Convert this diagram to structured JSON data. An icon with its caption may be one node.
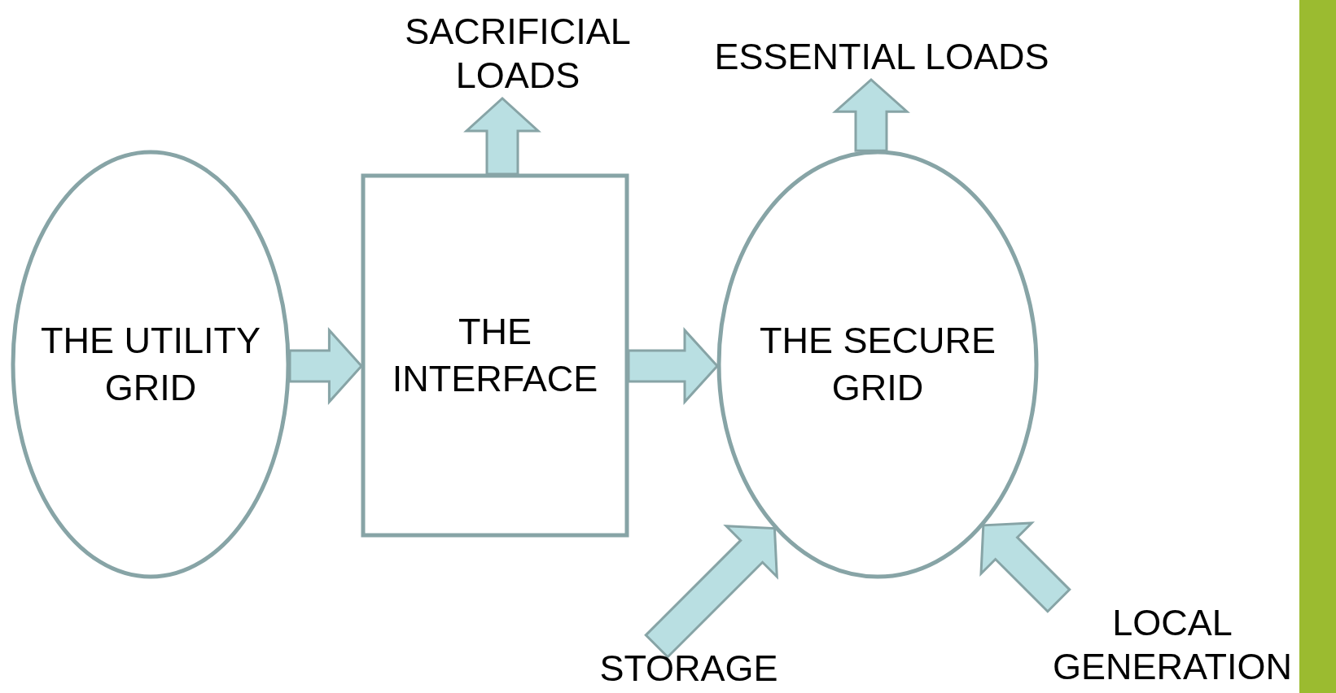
{
  "diagram": {
    "nodes": [
      {
        "text": [
          "THE UTILITY GRID"
        ]
      },
      {
        "text": [
          "THE INTERFACE"
        ]
      },
      {
        "text": [
          "THE SECURE GRID"
        ]
      },
      {
        "text": [
          "SACRIFICIAL LOADS"
        ]
      },
      {
        "text": [
          "ESSENTIAL LOADS"
        ]
      },
      {
        "text": [
          "STORAGE"
        ]
      },
      {
        "text": [
          "LOCAL GENERATION"
        ]
      }
    ],
    "edges": [
      {
        "from": 0,
        "to": 1,
        "arrow": "to"
      },
      {
        "from": 1,
        "to": 2,
        "arrow": "to"
      },
      {
        "from": 1,
        "to": 3,
        "arrow": "to"
      },
      {
        "from": 2,
        "to": 4,
        "arrow": "to"
      },
      {
        "from": 5,
        "to": 2,
        "arrow": "to"
      },
      {
        "from": 6,
        "to": 2,
        "arrow": "to"
      }
    ]
  }
}
